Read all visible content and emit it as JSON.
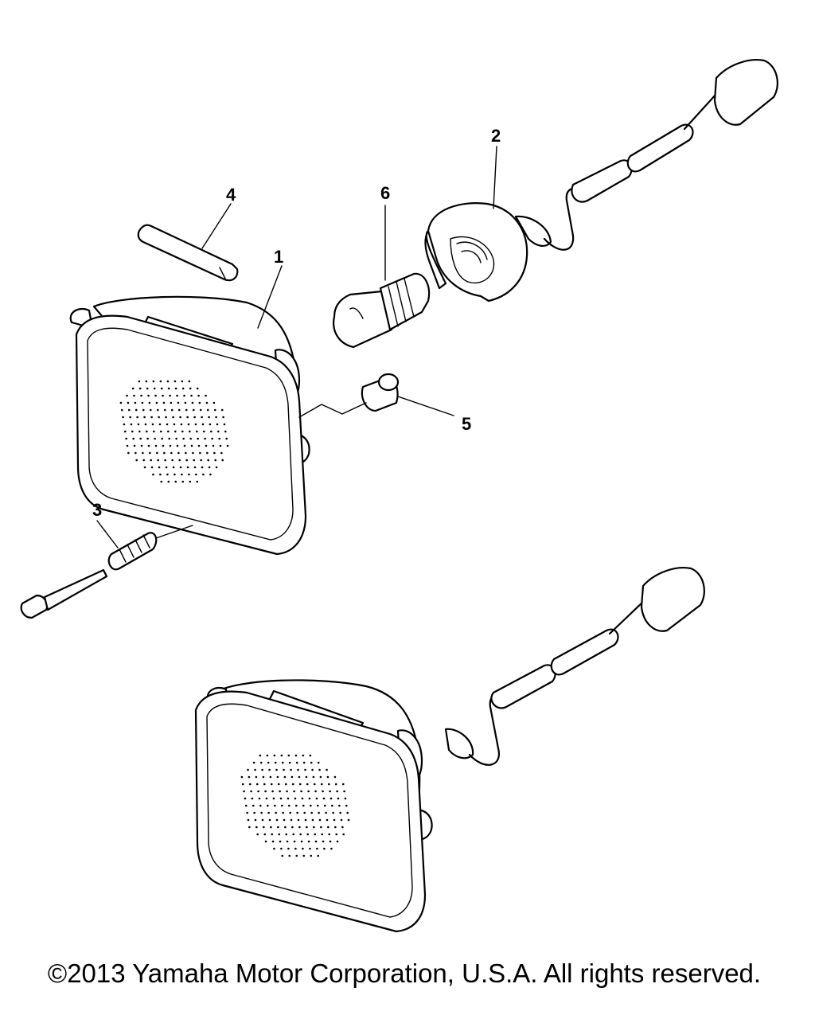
{
  "callouts": {
    "c1": "1",
    "c2": "2",
    "c3": "3",
    "c4": "4",
    "c5": "5",
    "c6": "6"
  },
  "footer": {
    "copyright": "©2013 Yamaha Motor Corporation, U.S.A. All rights reserved."
  }
}
